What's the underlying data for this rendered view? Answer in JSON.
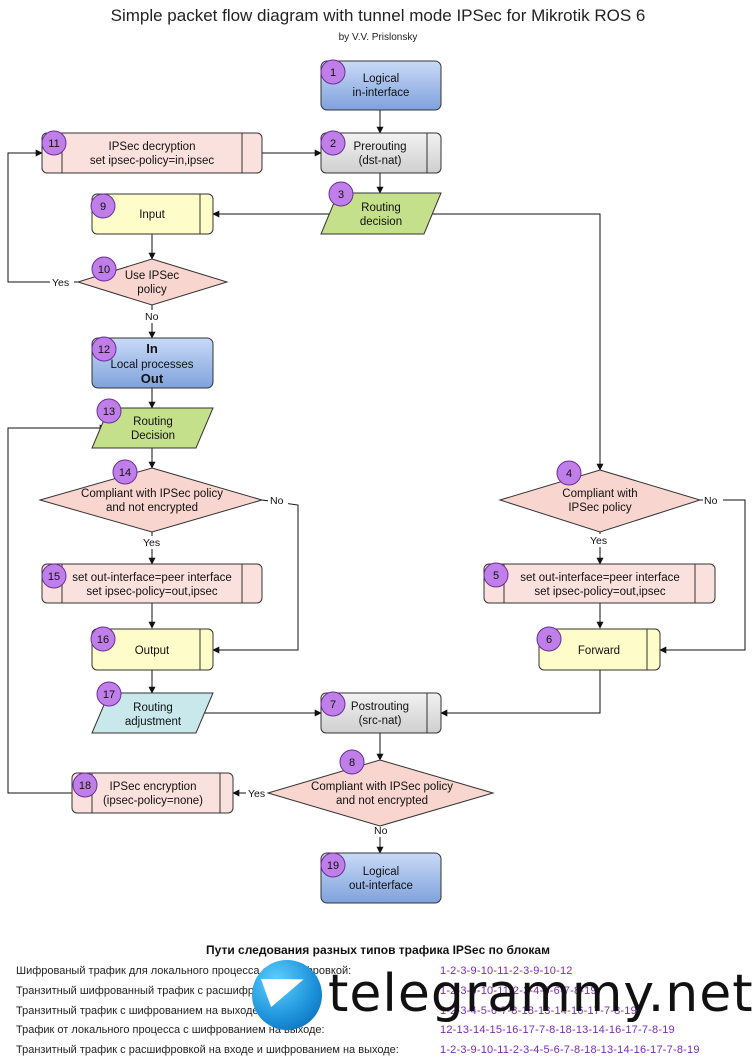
{
  "title": "Simple packet flow diagram with tunnel mode IPSec for Mikrotik ROS 6",
  "subtitle": "by V.V. Prislonsky",
  "nodes": {
    "n1": {
      "badge": "1",
      "line1": "Logical",
      "line2": "in-interface"
    },
    "n2": {
      "badge": "2",
      "line1": "Prerouting",
      "line2": "(dst-nat)"
    },
    "n3": {
      "badge": "3",
      "line1": "Routing",
      "line2": "decision"
    },
    "n4": {
      "badge": "4",
      "line1": "Compliant with",
      "line2": "IPSec policy"
    },
    "n5": {
      "badge": "5",
      "line1": "set out-interface=peer interface",
      "line2": "set ipsec-policy=out,ipsec"
    },
    "n6": {
      "badge": "6",
      "line1": "Forward"
    },
    "n7": {
      "badge": "7",
      "line1": "Postrouting",
      "line2": "(src-nat)"
    },
    "n8": {
      "badge": "8",
      "line1": "Compliant with IPSec policy",
      "line2": "and not encrypted"
    },
    "n9": {
      "badge": "9",
      "line1": "Input"
    },
    "n10": {
      "badge": "10",
      "line1": "Use IPSec",
      "line2": "policy"
    },
    "n11": {
      "badge": "11",
      "line1": "IPSec decryption",
      "line2": "set ipsec-policy=in,ipsec"
    },
    "n12": {
      "badge": "12",
      "line1": "In",
      "line2": "Local processes",
      "line3": "Out"
    },
    "n13": {
      "badge": "13",
      "line1": "Routing",
      "line2": "Decision"
    },
    "n14": {
      "badge": "14",
      "line1": "Compliant with IPSec policy",
      "line2": "and not encrypted"
    },
    "n15": {
      "badge": "15",
      "line1": "set out-interface=peer interface",
      "line2": "set ipsec-policy=out,ipsec"
    },
    "n16": {
      "badge": "16",
      "line1": "Output"
    },
    "n17": {
      "badge": "17",
      "line1": "Routing",
      "line2": "adjustment"
    },
    "n18": {
      "badge": "18",
      "line1": "IPSec encryption",
      "line2": "(ipsec-policy=none)"
    },
    "n19": {
      "badge": "19",
      "line1": "Logical",
      "line2": "out-interface"
    }
  },
  "edge_labels": {
    "yes": "Yes",
    "no": "No"
  },
  "colors": {
    "blue_box": "#9db8e8",
    "gray_box": "#dcdcdc",
    "green_para": "#c5e08a",
    "pink_diamond": "#f8d5cf",
    "yellow_box": "#fefcc8",
    "pink_box": "#fbe1dd",
    "teal_para": "#c8e8ec",
    "badge": "#c07fe8"
  },
  "legend": {
    "title": "Пути следования разных типов трафика IPSec по блокам",
    "rows": [
      {
        "label": "Шифрованый трафик для локального процесса с расшифровкой:",
        "path": "1-2-3-9-10-11-2-3-9-10-12"
      },
      {
        "label": "Транзитный шифрованный трафик с расшифровкой:",
        "path": "1-2-3-9-10-11-2-3-4-5-6-7-8-19"
      },
      {
        "label": "Транзитный трафик с шифрованием на выходе:",
        "path": "1-2-3-4-5-6-7-8-18-13-14-16-17-7-8-19"
      },
      {
        "label": "Трафик от локального процесса с шифрованием на выходе:",
        "path": "12-13-14-15-16-17-7-8-18-13-14-16-17-7-8-19"
      },
      {
        "label": "Транзитный трафик с расшифровкой на входе и шифрованием на выходе:",
        "path": "1-2-3-9-10-11-2-3-4-5-6-7-8-18-13-14-16-17-7-8-19"
      }
    ]
  },
  "watermark": {
    "text": "telegrammy.net",
    "icon": "telegram-plane-icon"
  }
}
